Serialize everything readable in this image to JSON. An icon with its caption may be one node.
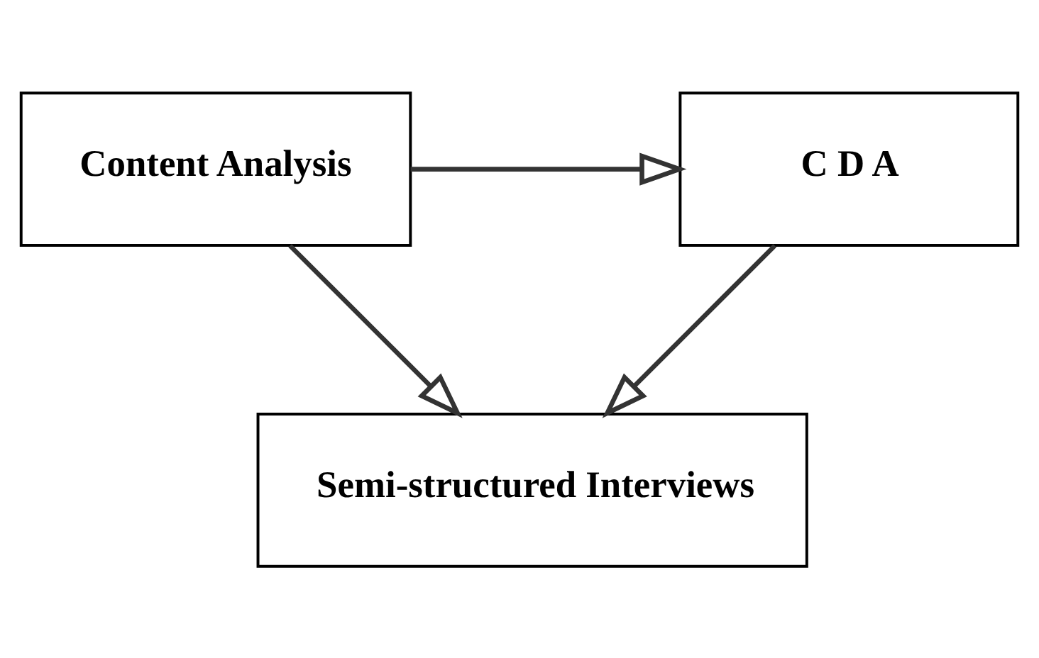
{
  "diagram": {
    "nodes": [
      {
        "text": [
          "Content Analysis"
        ]
      },
      {
        "text": [
          "C D A"
        ]
      },
      {
        "text": [
          "Semi-structured Interviews"
        ]
      }
    ],
    "edges": [
      {
        "from": 0,
        "to": 1,
        "arrow": "to"
      },
      {
        "from": 1,
        "to": 2,
        "arrow": "to"
      },
      {
        "from": 0,
        "to": 2,
        "arrow": "to"
      }
    ]
  }
}
